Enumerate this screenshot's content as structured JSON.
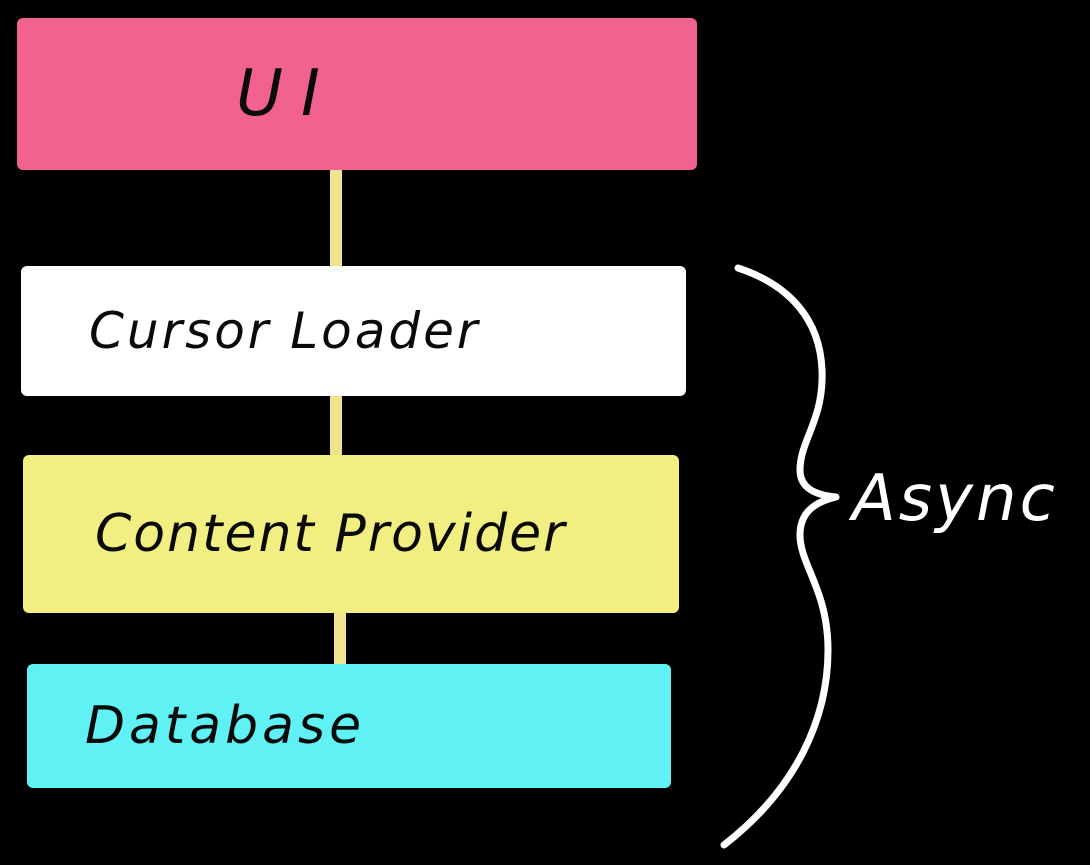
{
  "layers": [
    {
      "id": "ui",
      "label": "UI",
      "color": "#f2628f"
    },
    {
      "id": "loader",
      "label": "Cursor Loader",
      "color": "#ffffff"
    },
    {
      "id": "provider",
      "label": "Content Provider",
      "color": "#f2ef82"
    },
    {
      "id": "database",
      "label": "Database",
      "color": "#5ff1f4"
    }
  ],
  "connector_color": "#efe48f",
  "brace": {
    "label": "Async",
    "color": "#ffffff"
  }
}
